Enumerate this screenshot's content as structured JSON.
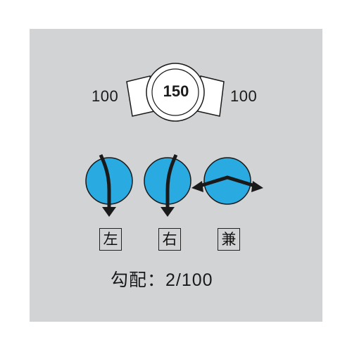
{
  "figure": {
    "left_width": "100",
    "center_width": "150",
    "right_width": "100"
  },
  "directions": {
    "left": "左",
    "right": "右",
    "both": "兼"
  },
  "slope": "勾配：2/100",
  "colors": {
    "panel": "#d2d3d5",
    "circle_fill": "#29abe2",
    "outline": "#1a1a1a"
  }
}
